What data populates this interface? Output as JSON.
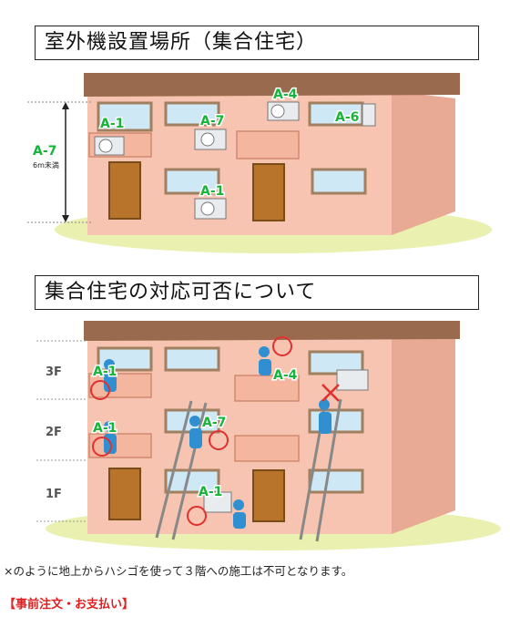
{
  "section1": {
    "title": "室外機設置場所（集合住宅）"
  },
  "section2": {
    "title": "集合住宅の対応可否について"
  },
  "diagram1": {
    "labels": [
      "A-1",
      "A-7",
      "A-4",
      "A-6",
      "A-1",
      "A-7"
    ],
    "height_label": "A-7",
    "height_note": "6m未満"
  },
  "diagram2": {
    "floors": [
      "3F",
      "2F",
      "1F"
    ],
    "labels": [
      "A-1",
      "A-4",
      "A-1",
      "A-7",
      "A-1"
    ]
  },
  "note": "×のように地上からハシゴを使って３階への施工は不可となります。",
  "footer": "【事前注文・お支払い】",
  "colors": {
    "green_label": "#17b33a",
    "wall": "#f6c4b0",
    "roof": "#9a6a4e",
    "ground": "#eaf0b0",
    "worker": "#2f8fd0",
    "red_mark": "#e03030"
  }
}
